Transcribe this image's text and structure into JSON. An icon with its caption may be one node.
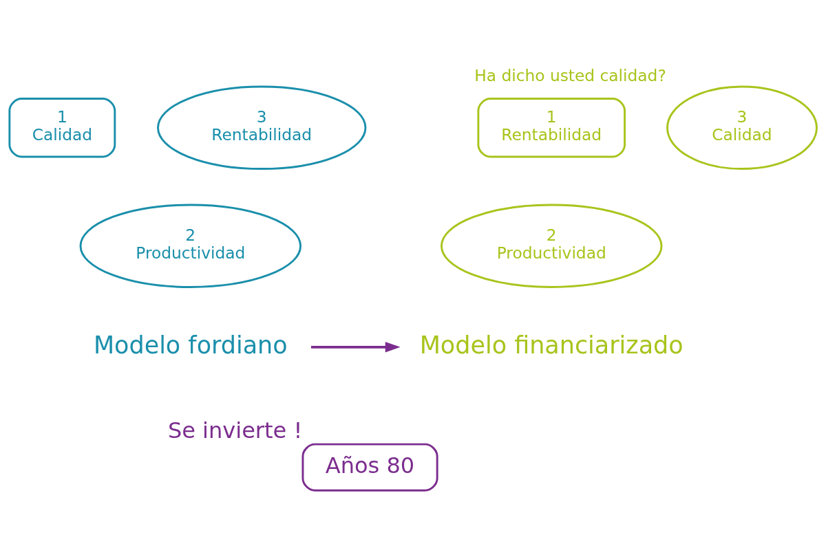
{
  "diagram": {
    "nodes": [
      {
        "text": [
          "1",
          "Calidad"
        ]
      },
      {
        "text": [
          "3",
          "Rentabilidad"
        ]
      },
      {
        "text": [
          "2",
          "Productividad"
        ]
      },
      {
        "text": [
          "Modelo fordiano"
        ]
      },
      {
        "text": [
          "1",
          "Rentabilidad"
        ]
      },
      {
        "text": [
          "2",
          "Productividad"
        ]
      },
      {
        "text": [
          "3",
          "Calidad"
        ],
        "beside": [
          "Ha dicho usted calidad?"
        ]
      },
      {
        "text": [
          "Modelo financiarizado"
        ]
      },
      {
        "text": [
          "Años 80"
        ],
        "beside": [
          "Se invierte !"
        ]
      }
    ],
    "edges": [
      {
        "from": 3,
        "to": 7,
        "arrow": "to",
        "color": "#7b2d8e"
      }
    ]
  }
}
